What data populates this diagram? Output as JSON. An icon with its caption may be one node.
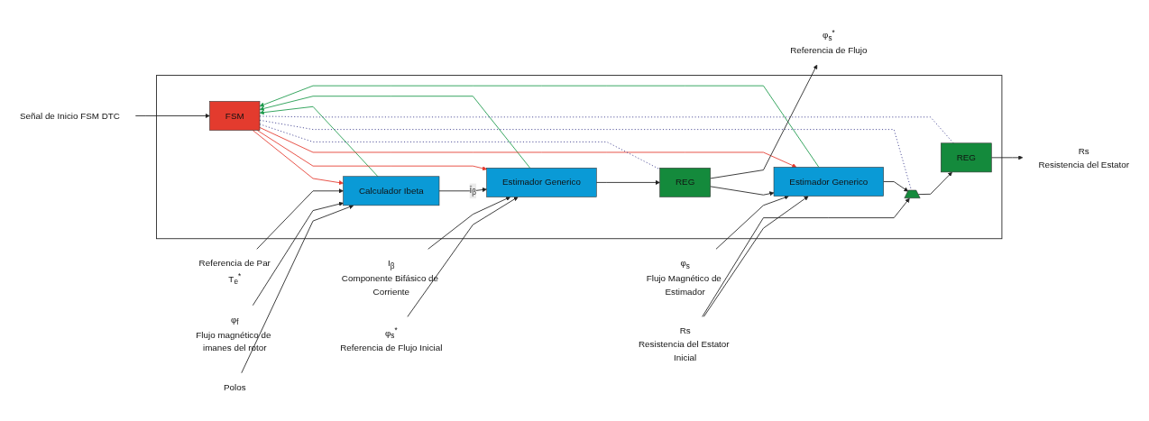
{
  "diagram": {
    "nodes": [
      {
        "text": [],
        "shape": "box"
      },
      {
        "text": [
          "Señal de Inicio FSM DTC"
        ]
      },
      {
        "text": [
          "FSM"
        ],
        "in": 0
      },
      {
        "text": [
          "Referencia de Par",
          "T$_{e}$$^{*}$"
        ]
      },
      {
        "text": [
          "φ$_{f}$",
          "Flujo magnético de imanes del rotor"
        ]
      },
      {
        "text": [
          "Polos"
        ]
      },
      {
        "text": [
          "Calculador Ibeta"
        ],
        "in": 0
      },
      {
        "text": [
          "Estimador Generico"
        ],
        "in": 0
      },
      {
        "text": [
          "REG"
        ],
        "in": 0
      },
      {
        "text": [
          "Estimador Generico"
        ],
        "in": 0
      },
      {
        "text": [],
        "shape": "trapezoid",
        "in": 0
      },
      {
        "text": [
          "REG"
        ],
        "in": 0
      },
      {
        "text": [
          "φ$_{s}$$^{*}$",
          "Referencia de Flujo"
        ]
      },
      {
        "text": [
          "Rs",
          "Resistencia del Estator"
        ]
      },
      {
        "text": [
          "I$_{β}$",
          "Componente Bifásico de Corriente"
        ]
      },
      {
        "text": [
          "φ$_{s}$$^{*}$",
          "Referencia de Flujo Inicial"
        ]
      },
      {
        "text": [
          "φ$_{s}$",
          "Flujo Magnético de Estimador"
        ]
      },
      {
        "text": [
          "Rs",
          "Resistencia del Estator Inicial"
        ]
      }
    ],
    "edges": [
      {
        "from": 1,
        "to": 2,
        "arrow": "to"
      },
      {
        "from": 2,
        "to": 6,
        "arrow": "to",
        "color": "#e53a2e"
      },
      {
        "from": 6,
        "to": 2,
        "arrow": "to",
        "color": "#1a9a4a"
      },
      {
        "from": 2,
        "to": 7,
        "arrow": "to",
        "color": "#e53a2e"
      },
      {
        "from": 7,
        "to": 2,
        "arrow": "to",
        "color": "#1a9a4a"
      },
      {
        "from": 2,
        "to": 9,
        "arrow": "to",
        "color": "#e53a2e"
      },
      {
        "from": 9,
        "to": 2,
        "arrow": "to",
        "color": "#1a9a4a"
      },
      {
        "from": 2,
        "to": 8,
        "arrow": "none",
        "style": "dashed",
        "color": "#3a3a8c"
      },
      {
        "from": 2,
        "to": 10,
        "arrow": "none",
        "style": "dashed",
        "color": "#3a3a8c"
      },
      {
        "from": 2,
        "to": 11,
        "arrow": "none",
        "style": "dashed",
        "color": "#3a3a8c"
      },
      {
        "from": 3,
        "to": 6,
        "arrow": "to"
      },
      {
        "from": 4,
        "to": 6,
        "arrow": "to"
      },
      {
        "from": 5,
        "to": 6,
        "arrow": "to"
      },
      {
        "from": 6,
        "to": 7,
        "arrow": "to",
        "label": "Î$_{β}$"
      },
      {
        "from": 14,
        "to": 7,
        "arrow": "to"
      },
      {
        "from": 15,
        "to": 7,
        "arrow": "to"
      },
      {
        "from": 7,
        "to": 8,
        "arrow": "to"
      },
      {
        "from": 8,
        "to": 9,
        "arrow": "to"
      },
      {
        "from": 8,
        "to": 12,
        "arrow": "to"
      },
      {
        "from": 16,
        "to": 9,
        "arrow": "to"
      },
      {
        "from": 17,
        "to": 9,
        "arrow": "to"
      },
      {
        "from": 17,
        "to": 10,
        "arrow": "to"
      },
      {
        "from": 9,
        "to": 10,
        "arrow": "to"
      },
      {
        "from": 10,
        "to": 11,
        "arrow": "to"
      },
      {
        "from": 11,
        "to": 13,
        "arrow": "to"
      }
    ]
  }
}
